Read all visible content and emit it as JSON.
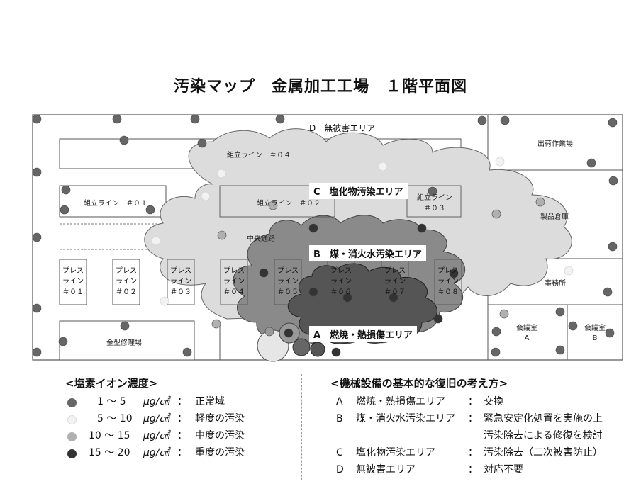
{
  "title": "汚染マップ　金属加工工場　１階平面図",
  "map": {
    "zone_d_label": "D　無被害エリア",
    "zone_c_label": "C　塩化物汚染エリア",
    "zone_b_label": "B　煤・消火水汚染エリア",
    "zone_a_label": "A　燃焼・熱損傷エリア",
    "line_04": "組立ライン　＃０４",
    "line_01": "組立ライン　＃０１",
    "line_02": "組立ライン　＃０２",
    "line_03_a": "組立ライン",
    "line_03_b": "＃０３",
    "corridor": "中央通路",
    "shipping": "出荷作業場",
    "warehouse": "製品倉庫",
    "office": "事務所",
    "meeting_a": "会議室\nA",
    "meeting_b": "会議室\nB",
    "mold_repair": "金型修理場",
    "press_lines": [
      "プレス\nライン\n＃０１",
      "プレス\nライン\n＃０２",
      "プレス\nライン\n＃０３",
      "プレス\nライン\n＃０４",
      "プレス\nライン\n＃０５",
      "プレス\nライン\n＃０６",
      "プレス\nライン\n＃０７",
      "プレス\nライン\n＃０８"
    ]
  },
  "legend_chloride": {
    "title": "<塩素イオン濃度>",
    "rows": [
      {
        "range": "1 ～ 5",
        "unit": "μg/㎠",
        "sep": "：",
        "desc": "正常域",
        "color": "#666666"
      },
      {
        "range": "5 ～ 10",
        "unit": "μg/㎠",
        "sep": "：",
        "desc": "軽度の汚染",
        "color": "#f2f2f2"
      },
      {
        "range": "10 ～ 15",
        "unit": "μg/㎠",
        "sep": "：",
        "desc": "中度の汚染",
        "color": "#b0b0b0"
      },
      {
        "range": "15 ～ 20",
        "unit": "μg/㎠",
        "sep": "：",
        "desc": "重度の汚染",
        "color": "#333333"
      }
    ]
  },
  "legend_recovery": {
    "title": "<機械設備の基本的な復旧の考え方>",
    "rows": [
      {
        "code": "A",
        "zone": "燃焼・熱損傷エリア",
        "sep": "：",
        "action": "交換"
      },
      {
        "code": "B",
        "zone": "煤・消火水汚染エリア",
        "sep": "：",
        "action": "緊急安定化処置を実施の上"
      },
      {
        "code": "",
        "zone": "",
        "sep": "",
        "action": "汚染除去による修復を検討"
      },
      {
        "code": "C",
        "zone": "塩化物汚染エリア",
        "sep": "：",
        "action": "汚染除去（二次被害防止）"
      },
      {
        "code": "D",
        "zone": "無被害エリア",
        "sep": "：",
        "action": "対応不要"
      }
    ]
  }
}
